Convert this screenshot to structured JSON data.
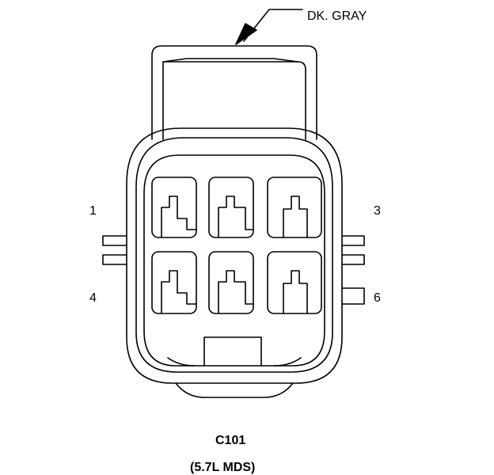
{
  "diagram": {
    "color_label": "DK. GRAY",
    "pin_labels": {
      "pin1": "1",
      "pin3": "3",
      "pin4": "4",
      "pin6": "6"
    },
    "connector_id": "C101",
    "connector_variant": "(5.7L MDS)",
    "colors": {
      "line": "#000000",
      "background": "#ffffff"
    }
  }
}
